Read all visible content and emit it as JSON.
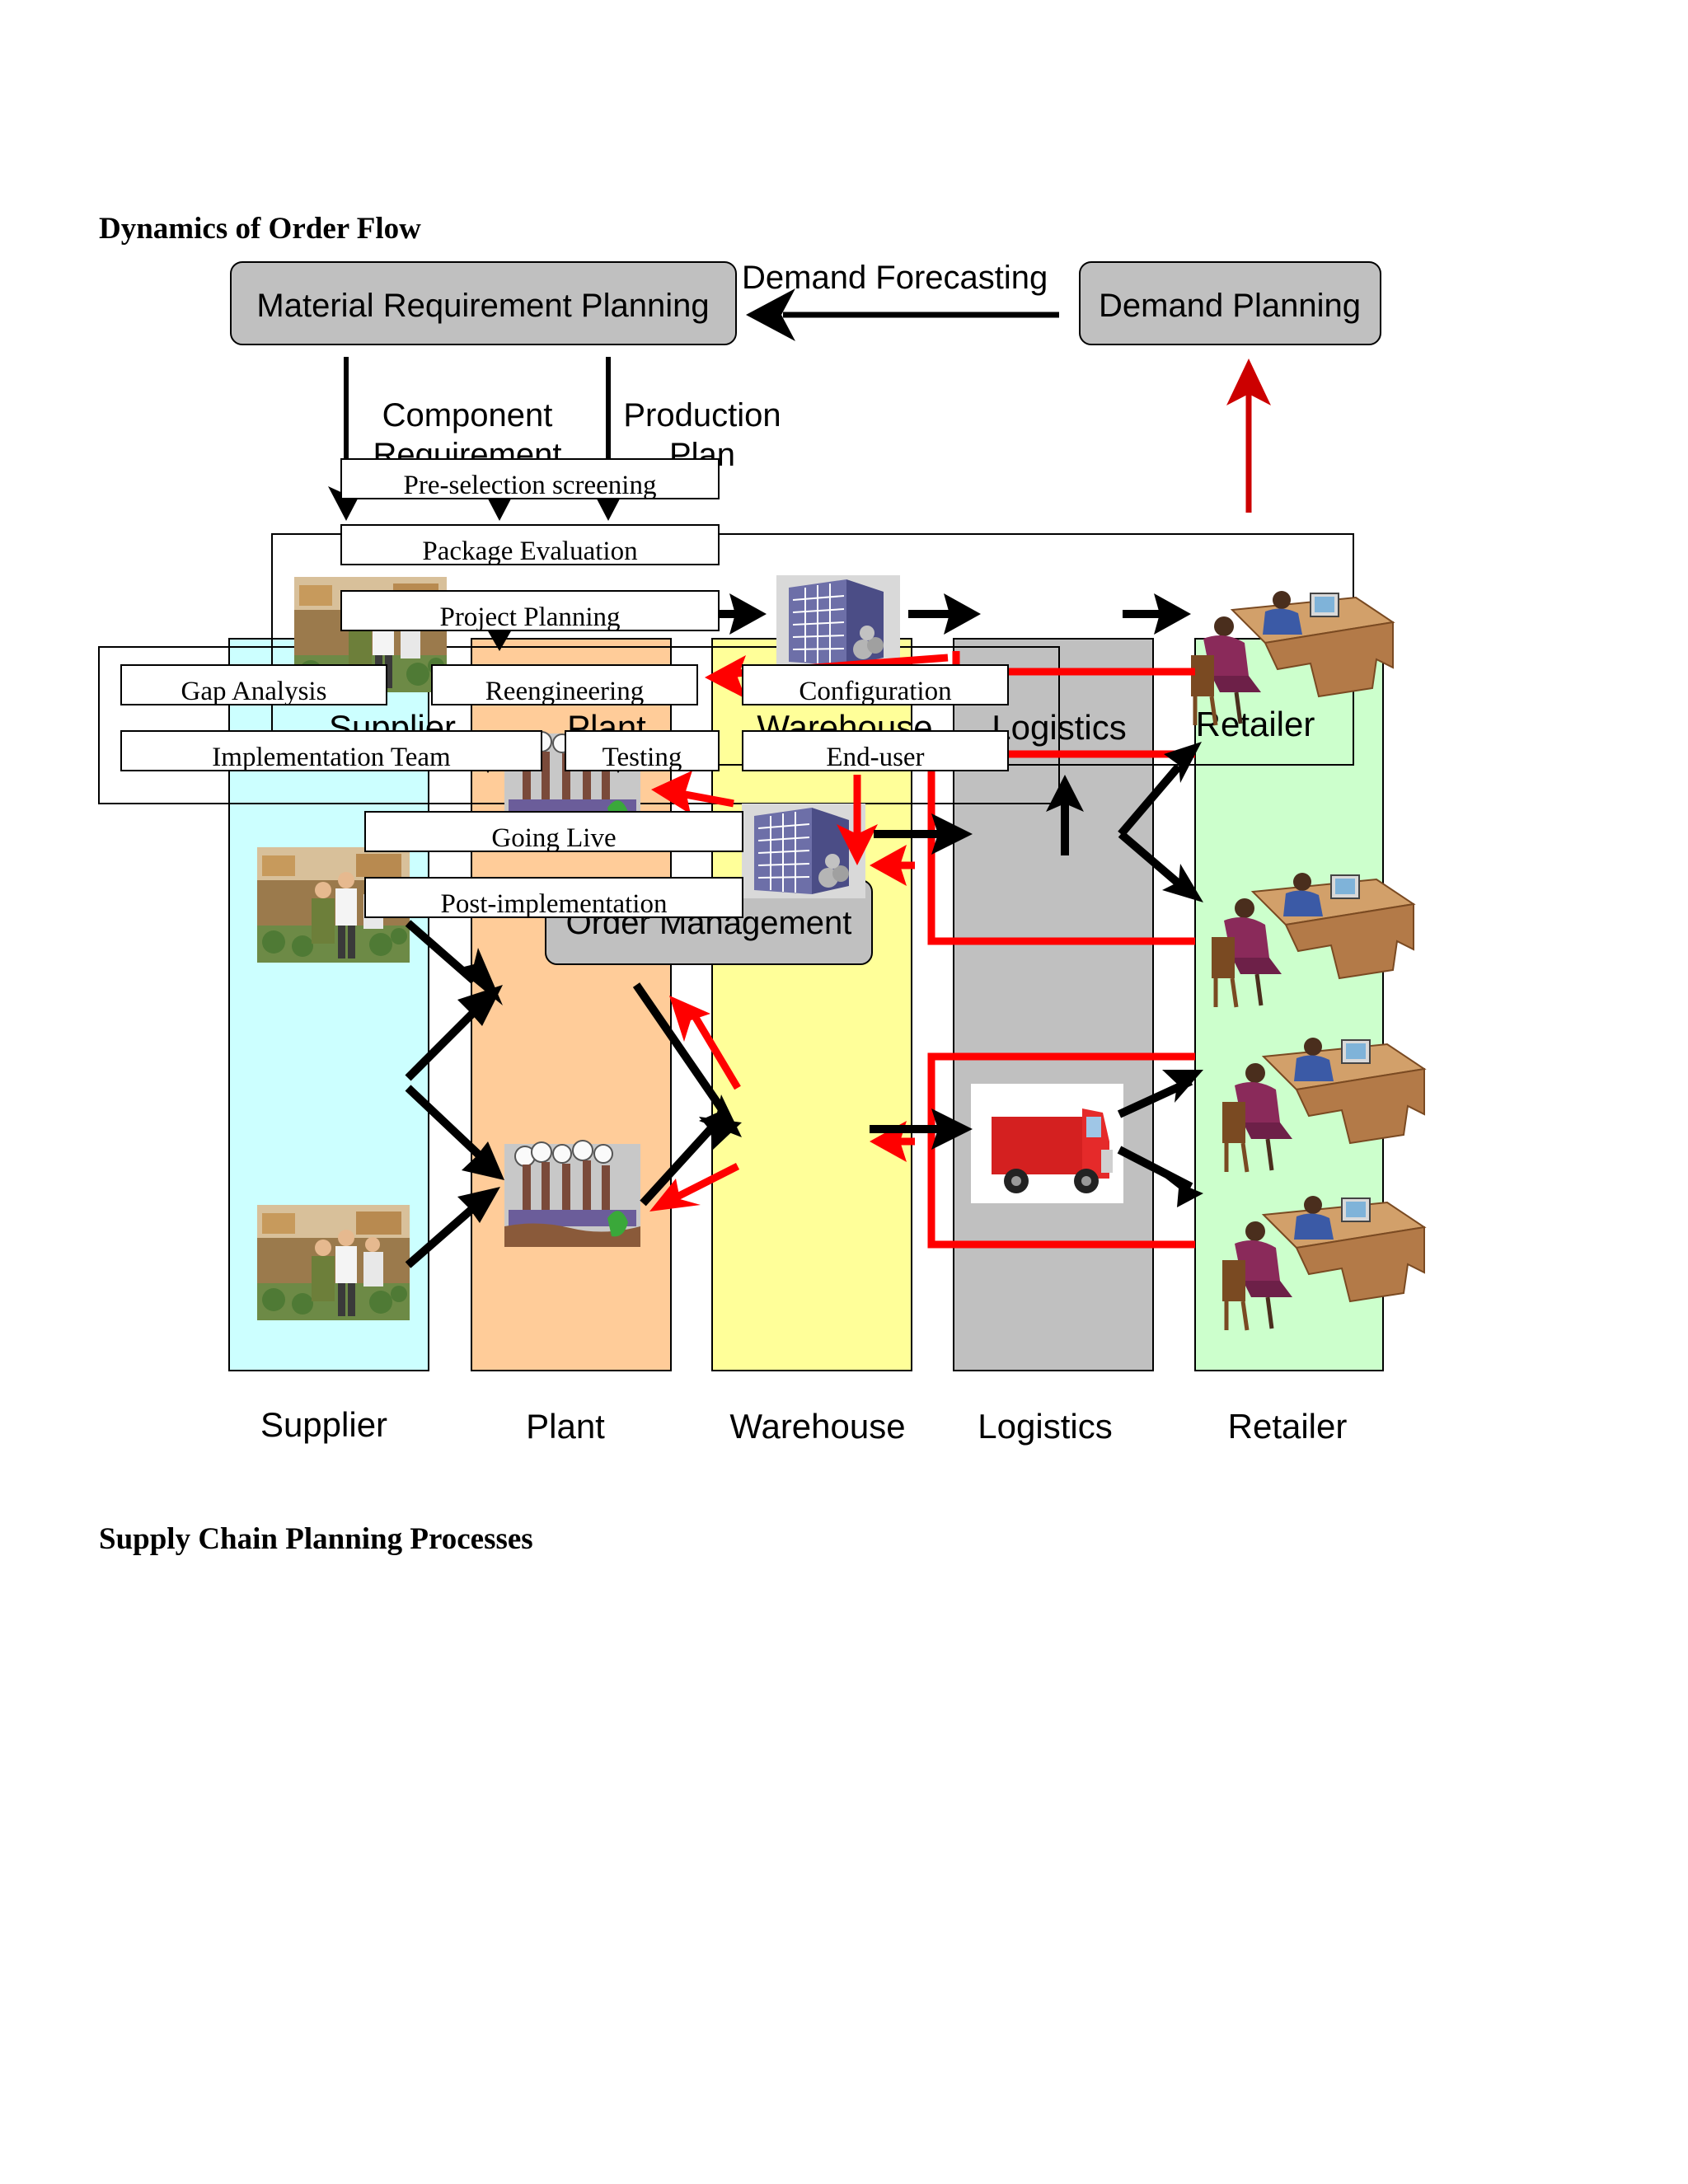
{
  "headings": {
    "title": "Dynamics of Order Flow",
    "subtitle": "Supply Chain Planning Processes"
  },
  "top_boxes": {
    "mrp": "Material Requirement  Planning",
    "demand_planning": "Demand Planning",
    "order_management": "Order Management"
  },
  "flow_labels": {
    "demand_forecasting": "Demand Forecasting",
    "component_requirement_1": "Component",
    "component_requirement_2": "Requirement",
    "production_plan_1": "Production",
    "production_plan_2": "Plan"
  },
  "column_headers": [
    "Supplier",
    "Plant",
    "Warehouse",
    "Logistics",
    "Retailer"
  ],
  "column_labels": [
    "Supplier",
    "Plant",
    "Warehouse",
    "Logistics",
    "Retailer"
  ],
  "implementation_steps": {
    "pre_selection": "Pre-selection screening",
    "package_evaluation": "Package Evaluation",
    "project_planning": "Project Planning",
    "gap_analysis": "Gap Analysis",
    "reengineering": "Reengineering",
    "configuration": "Configuration",
    "implementation_team": "Implementation Team",
    "testing": "Testing",
    "end_user": "End-user",
    "going_live": "Going Live",
    "post_implementation": "Post-implementation"
  },
  "colors": {
    "supplier": "#ccffff",
    "plant": "#ffcc99",
    "warehouse": "#ffff99",
    "logistics": "#c0c0c0",
    "retailer": "#ccffcc",
    "top_box": "#c0c0c0",
    "order_arrow": "#000000",
    "info_arrow": "#ff0000"
  },
  "icons": [
    "supplier-people-photo",
    "factory-icon",
    "warehouse-building-icon",
    "truck-icon",
    "retailer-office-icon"
  ]
}
